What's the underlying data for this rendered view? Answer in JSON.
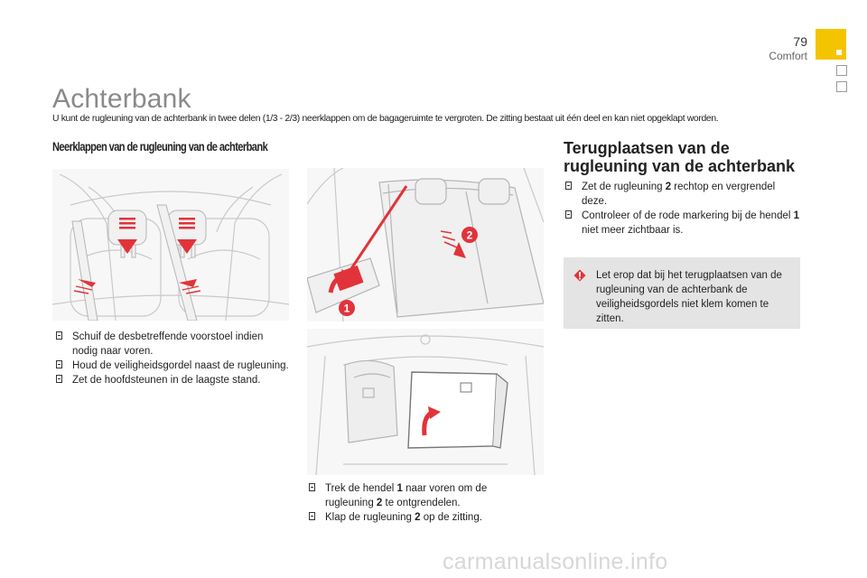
{
  "header": {
    "page_number": "79",
    "section": "Comfort"
  },
  "title": "Achterbank",
  "intro": "U kunt de rugleuning van de achterbank in twee delen (1/3 - 2/3) neerklappen om de bagageruimte te vergroten. De zitting bestaat uit één deel en kan niet opgeklapt worden.",
  "fold_section": {
    "heading": "Neerklappen van de rugleuning van de achterbank",
    "steps_left": [
      "Schuif de desbetreffende voorstoel indien nodig naar voren.",
      "Houd de veiligheidsgordel naast de rugleuning.",
      "Zet de hoofdsteunen in de laagste stand."
    ],
    "steps_center": [
      {
        "before": "Trek de hendel ",
        "bold": "1",
        "after": " naar voren om de rugleuning "
      },
      {
        "before": "Klap de rugleuning ",
        "bold": "2",
        "after": " op de zitting."
      }
    ],
    "step_center_1_tail_bold": "2",
    "step_center_1_tail": " te ontgrendelen."
  },
  "restore_section": {
    "heading": "Terugplaatsen van de rugleuning van de achterbank",
    "steps": [
      {
        "before": "Zet de rugleuning ",
        "bold": "2",
        "after": " rechtop en vergrendel deze."
      },
      {
        "before": "Controleer of de rode markering bij de hendel ",
        "bold": "1",
        "after": " niet meer zichtbaar is."
      }
    ],
    "warning": "Let erop dat bij het terugplaatsen van de rugleuning van de achterbank de veiligheidsgordels niet klem komen te zitten."
  },
  "figure_labels": {
    "lever": "1",
    "backrest": "2"
  },
  "colors": {
    "accent_yellow": "#f5c400",
    "arrow_red": "#e2333a",
    "notice_bg": "#e4e4e4"
  },
  "watermark": "carmanualsonline.info"
}
